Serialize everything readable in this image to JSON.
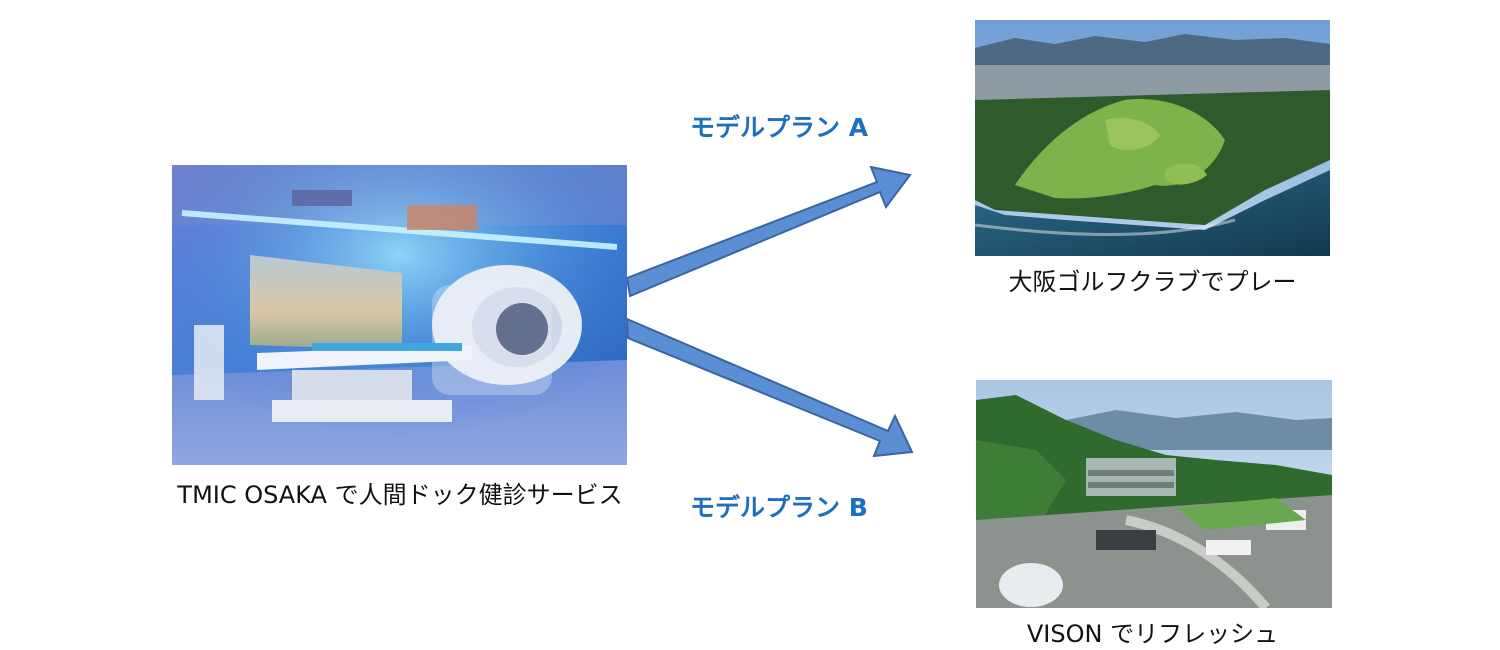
{
  "source": {
    "caption": "TMIC OSAKA で人間ドック健診サービス",
    "photo_subject": "ct-scanner-room-photo"
  },
  "plans": [
    {
      "label": "モデルプラン A",
      "caption": "大阪ゴルフクラブでプレー",
      "photo_subject": "golf-course-aerial-photo"
    },
    {
      "label": "モデルプラン B",
      "caption": "VISON でリフレッシュ",
      "photo_subject": "vison-resort-aerial-photo"
    }
  ],
  "colors": {
    "plan_label": "#1f6fbf",
    "arrow_fill": "#5b8fd4",
    "arrow_stroke": "#3a64a3"
  }
}
